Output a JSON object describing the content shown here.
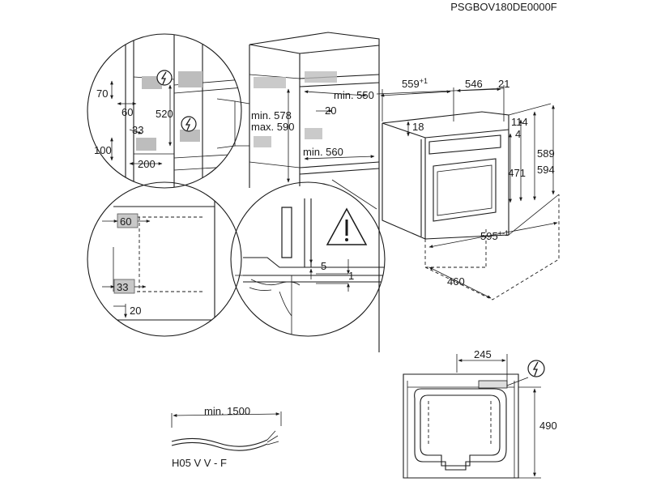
{
  "header": {
    "model_code": "PSGBOV180DE0000F"
  },
  "detail_top_left": {
    "d70": "70",
    "d60": "60",
    "d520": "520",
    "d33": "33",
    "d100": "100",
    "d200": "200"
  },
  "niche": {
    "min578": "min. 578",
    "max590": "max. 590",
    "min550": "min. 550",
    "d20": "20",
    "min560": "min. 560"
  },
  "oven_front": {
    "d559": "559",
    "sup559": "+1",
    "d546": "546",
    "d21": "21",
    "d18": "18",
    "d114": "114",
    "d4": "4",
    "d471": "471",
    "d589": "589",
    "d594": "594",
    "d595": "595",
    "sup595": "+-1",
    "d460": "460"
  },
  "detail_mid_left": {
    "d60": "60",
    "d33": "33",
    "d20": "20"
  },
  "detail_mid_center": {
    "d5": "5",
    "d1": "1"
  },
  "back_view": {
    "d245": "245",
    "d490": "490"
  },
  "cable": {
    "length": "min. 1500",
    "type": "H05 V V - F"
  },
  "icons": [
    "electrical-connection-icon",
    "warning-triangle-icon"
  ]
}
